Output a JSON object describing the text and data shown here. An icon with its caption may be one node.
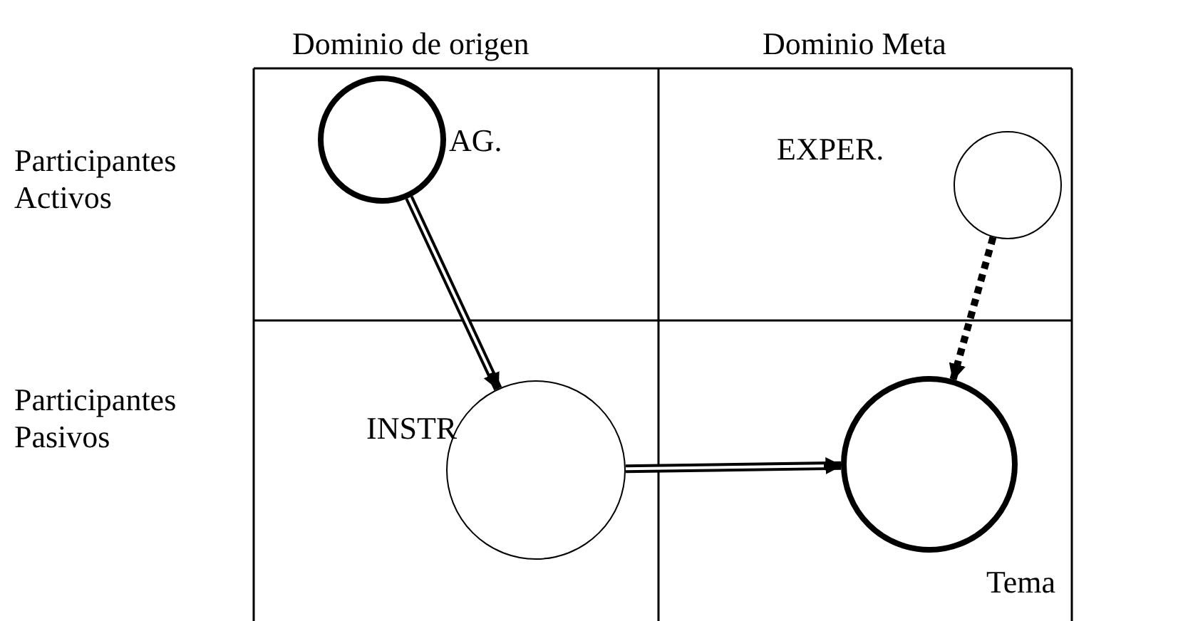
{
  "diagram": {
    "nodes": [
      {
        "text": [],
        "shape": "circle",
        "beside": [
          "AG."
        ]
      },
      {
        "text": [],
        "shape": "circle",
        "beside": [
          "EXPER."
        ]
      },
      {
        "text": [],
        "shape": "circle",
        "beside": [
          "INSTR"
        ]
      },
      {
        "text": [],
        "shape": "circle",
        "beside": [
          "Tema"
        ]
      }
    ],
    "edges": [
      {
        "from": 0,
        "to": 2,
        "arrow": "to"
      },
      {
        "from": 1,
        "to": 3,
        "arrow": "to",
        "style": "dashed"
      },
      {
        "from": 2,
        "to": 3,
        "arrow": "to"
      }
    ],
    "labels": [
      "Dominio de origen",
      "Dominio Meta",
      "Participantes Activos",
      "Participantes Pasivos"
    ]
  }
}
